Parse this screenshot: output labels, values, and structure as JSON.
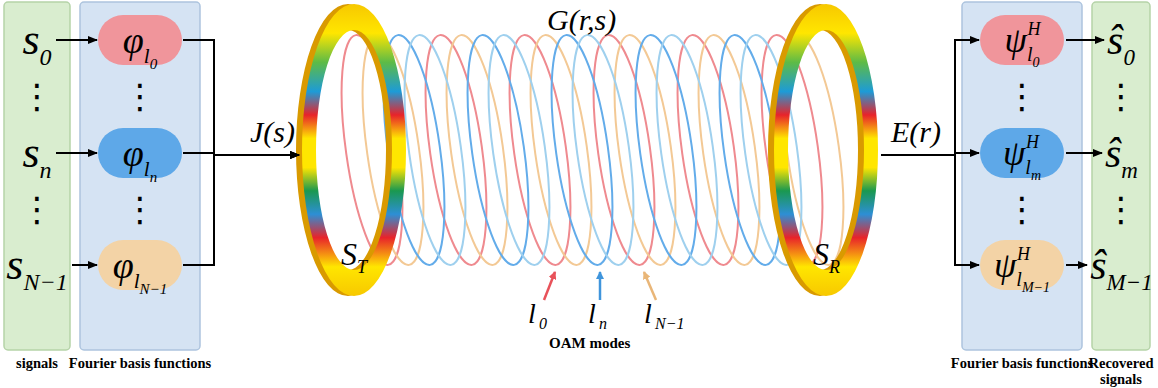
{
  "diagram": {
    "nodes": [
      {
        "text": [
          "signals"
        ]
      },
      {
        "text": [
          "s",
          "0"
        ],
        "in": 0
      },
      {
        "text": [
          "s",
          "n"
        ],
        "in": 0
      },
      {
        "text": [
          "s",
          "N−1"
        ],
        "in": 0
      },
      {
        "text": [
          "Fourier basis functions"
        ]
      },
      {
        "text": [
          "φ",
          "l",
          "0"
        ],
        "in": 4
      },
      {
        "text": [
          "φ",
          "l",
          "n"
        ],
        "in": 4
      },
      {
        "text": [
          "φ",
          "l",
          "N−1"
        ],
        "in": 4
      },
      {
        "text": [
          "S",
          "T"
        ]
      },
      {
        "text": [
          "S",
          "R"
        ]
      },
      {
        "text": [
          "Fourier basis functions"
        ]
      },
      {
        "text": [
          "ψ",
          "H",
          "l",
          "0"
        ],
        "in": 10
      },
      {
        "text": [
          "ψ",
          "H",
          "l",
          "m"
        ],
        "in": 10
      },
      {
        "text": [
          "ψ",
          "H",
          "l",
          "M−1"
        ],
        "in": 10
      },
      {
        "text": [
          "Recovered signals"
        ]
      },
      {
        "text": [
          "ŝ",
          "0"
        ],
        "in": 14
      },
      {
        "text": [
          "ŝ",
          "m"
        ],
        "in": 14
      },
      {
        "text": [
          "ŝ",
          "M−1"
        ],
        "in": 14
      }
    ],
    "edges": [
      {
        "from": 1,
        "to": 5,
        "arrow": "to"
      },
      {
        "from": 2,
        "to": 6,
        "arrow": "to"
      },
      {
        "from": 3,
        "to": 7,
        "arrow": "to"
      },
      {
        "from": 5,
        "to": 8,
        "arrow": "to"
      },
      {
        "from": 6,
        "to": 8,
        "arrow": "to"
      },
      {
        "from": 7,
        "to": 8,
        "arrow": "to"
      },
      {
        "from": 9,
        "to": 11,
        "arrow": "to"
      },
      {
        "from": 9,
        "to": 12,
        "arrow": "to"
      },
      {
        "from": 9,
        "to": 13,
        "arrow": "to"
      },
      {
        "from": 11,
        "to": 15,
        "arrow": "to"
      },
      {
        "from": 12,
        "to": 16,
        "arrow": "to"
      },
      {
        "from": 13,
        "to": 17,
        "arrow": "to"
      }
    ],
    "labels": [
      "J(s)",
      "G(r,s)",
      "E(r)",
      "l",
      "0",
      "l",
      "n",
      "l",
      "N−1",
      "OAM modes",
      "⋮",
      "⋮",
      "⋮",
      "⋮",
      "⋮",
      "⋮",
      "⋮",
      "⋮"
    ]
  }
}
